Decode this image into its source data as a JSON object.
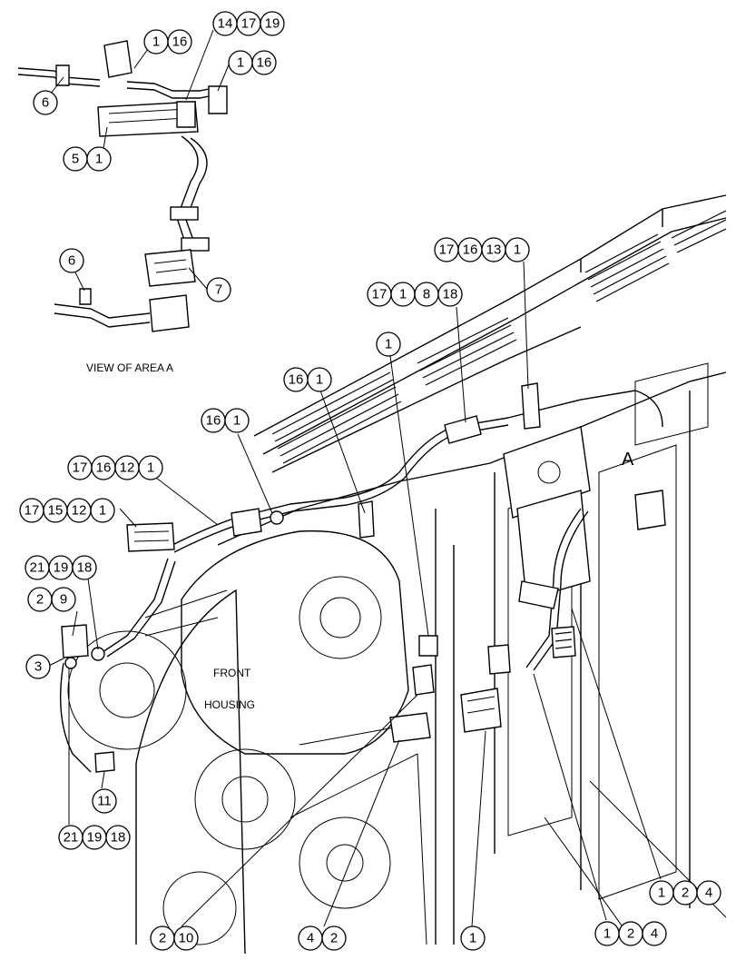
{
  "labels": {
    "view": "VIEW OF AREA  A",
    "front_housing_1": "FRONT",
    "front_housing_2": "HOUSING",
    "area_letter": "A"
  },
  "callouts": [
    {
      "id": "c-1-16-top",
      "nums": [
        "1",
        "16"
      ]
    },
    {
      "id": "c-14-17-19",
      "nums": [
        "14",
        "17",
        "19"
      ]
    },
    {
      "id": "c-1-16-right",
      "nums": [
        "1",
        "16"
      ]
    },
    {
      "id": "c-6-top",
      "nums": [
        "6"
      ]
    },
    {
      "id": "c-5-1",
      "nums": [
        "5",
        "1"
      ]
    },
    {
      "id": "c-6-mid",
      "nums": [
        "6"
      ]
    },
    {
      "id": "c-7",
      "nums": [
        "7"
      ]
    },
    {
      "id": "c-17-16-13-1",
      "nums": [
        "17",
        "16",
        "13",
        "1"
      ]
    },
    {
      "id": "c-17-1-8-18",
      "nums": [
        "17",
        "1",
        "8",
        "18"
      ]
    },
    {
      "id": "c-1-mid",
      "nums": [
        "1"
      ]
    },
    {
      "id": "c-16-1-a",
      "nums": [
        "16",
        "1"
      ]
    },
    {
      "id": "c-16-1-b",
      "nums": [
        "16",
        "1"
      ]
    },
    {
      "id": "c-17-16-12-1",
      "nums": [
        "17",
        "16",
        "12",
        "1"
      ]
    },
    {
      "id": "c-17-15-12-1",
      "nums": [
        "17",
        "15",
        "12",
        "1"
      ]
    },
    {
      "id": "c-21-19-18-top",
      "nums": [
        "21",
        "19",
        "18"
      ]
    },
    {
      "id": "c-2-9",
      "nums": [
        "2",
        "9"
      ]
    },
    {
      "id": "c-3",
      "nums": [
        "3"
      ]
    },
    {
      "id": "c-11",
      "nums": [
        "11"
      ]
    },
    {
      "id": "c-21-19-18-bottom",
      "nums": [
        "21",
        "19",
        "18"
      ]
    },
    {
      "id": "c-2-10",
      "nums": [
        "2",
        "10"
      ]
    },
    {
      "id": "c-4-2",
      "nums": [
        "4",
        "2"
      ]
    },
    {
      "id": "c-1-bottom",
      "nums": [
        "1"
      ]
    },
    {
      "id": "c-1-2-4-bottom",
      "nums": [
        "1",
        "2",
        "4"
      ]
    },
    {
      "id": "c-1-2-4-right",
      "nums": [
        "1",
        "2",
        "4"
      ]
    }
  ]
}
